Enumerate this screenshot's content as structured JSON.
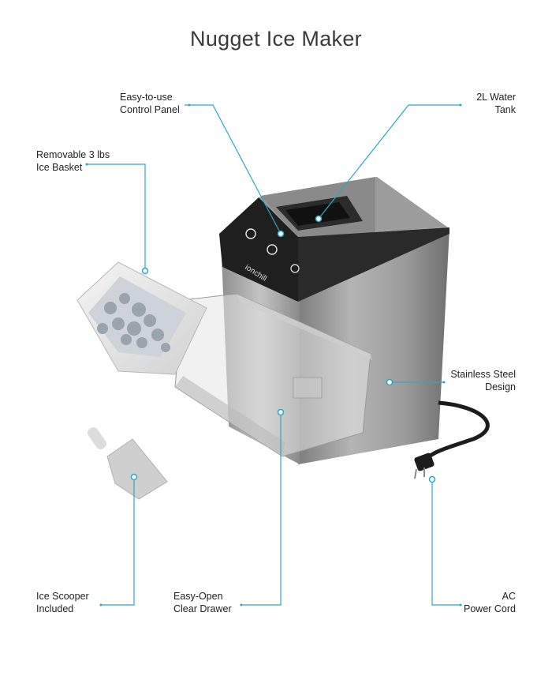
{
  "title": "Nugget Ice Maker",
  "brand": "ionchill",
  "accent_color": "#2aa8c8",
  "callouts": {
    "control_panel": [
      "Easy-to-use",
      "Control Panel"
    ],
    "water_tank": [
      "2L Water",
      "Tank"
    ],
    "ice_basket": [
      "Removable 3 lbs",
      "Ice Basket"
    ],
    "stainless": [
      "Stainless Steel",
      "Design"
    ],
    "scooper": [
      "Ice Scooper",
      "Included"
    ],
    "drawer": [
      "Easy-Open",
      "Clear Drawer"
    ],
    "power_cord": [
      "AC",
      "Power Cord"
    ]
  }
}
